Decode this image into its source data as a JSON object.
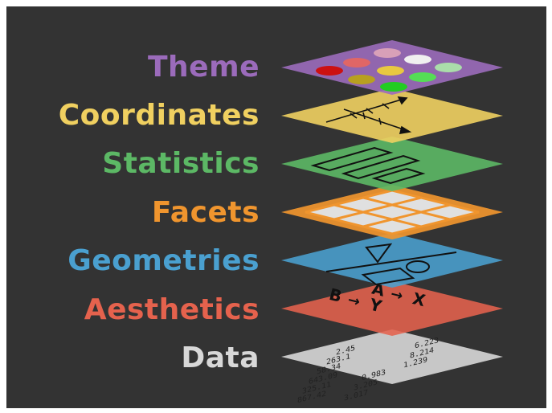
{
  "layers": [
    {
      "key": "theme",
      "label": "Theme",
      "color": "#9b6bbb"
    },
    {
      "key": "coordinates",
      "label": "Coordinates",
      "color": "#f0d060"
    },
    {
      "key": "statistics",
      "label": "Statistics",
      "color": "#5cb865"
    },
    {
      "key": "facets",
      "label": "Facets",
      "color": "#f0952e"
    },
    {
      "key": "geometries",
      "label": "Geometries",
      "color": "#4aa0d0"
    },
    {
      "key": "aesthetics",
      "label": "Aesthetics",
      "color": "#e5624d"
    },
    {
      "key": "data",
      "label": "Data",
      "color": "#d0d0d0"
    }
  ],
  "aesthetics_art": {
    "mapping_a": "A",
    "mapping_x": "X",
    "mapping_b": "B",
    "mapping_y": "Y",
    "arrow": "→"
  },
  "data_art": {
    "numbers": [
      "2.45",
      "6.223",
      "263.1",
      "58.34",
      "8.214",
      "643.09",
      "1.239",
      "0.983",
      "325.11",
      "3.205",
      "867.42",
      "3.017"
    ]
  },
  "theme_art": {
    "swatch_colors": [
      "#cc1111",
      "#e06666",
      "#d8a0b8",
      "#f0f0f0",
      "#b8a020",
      "#e8c840",
      "#55dd55",
      "#aaddaa",
      "#22cc22"
    ]
  }
}
